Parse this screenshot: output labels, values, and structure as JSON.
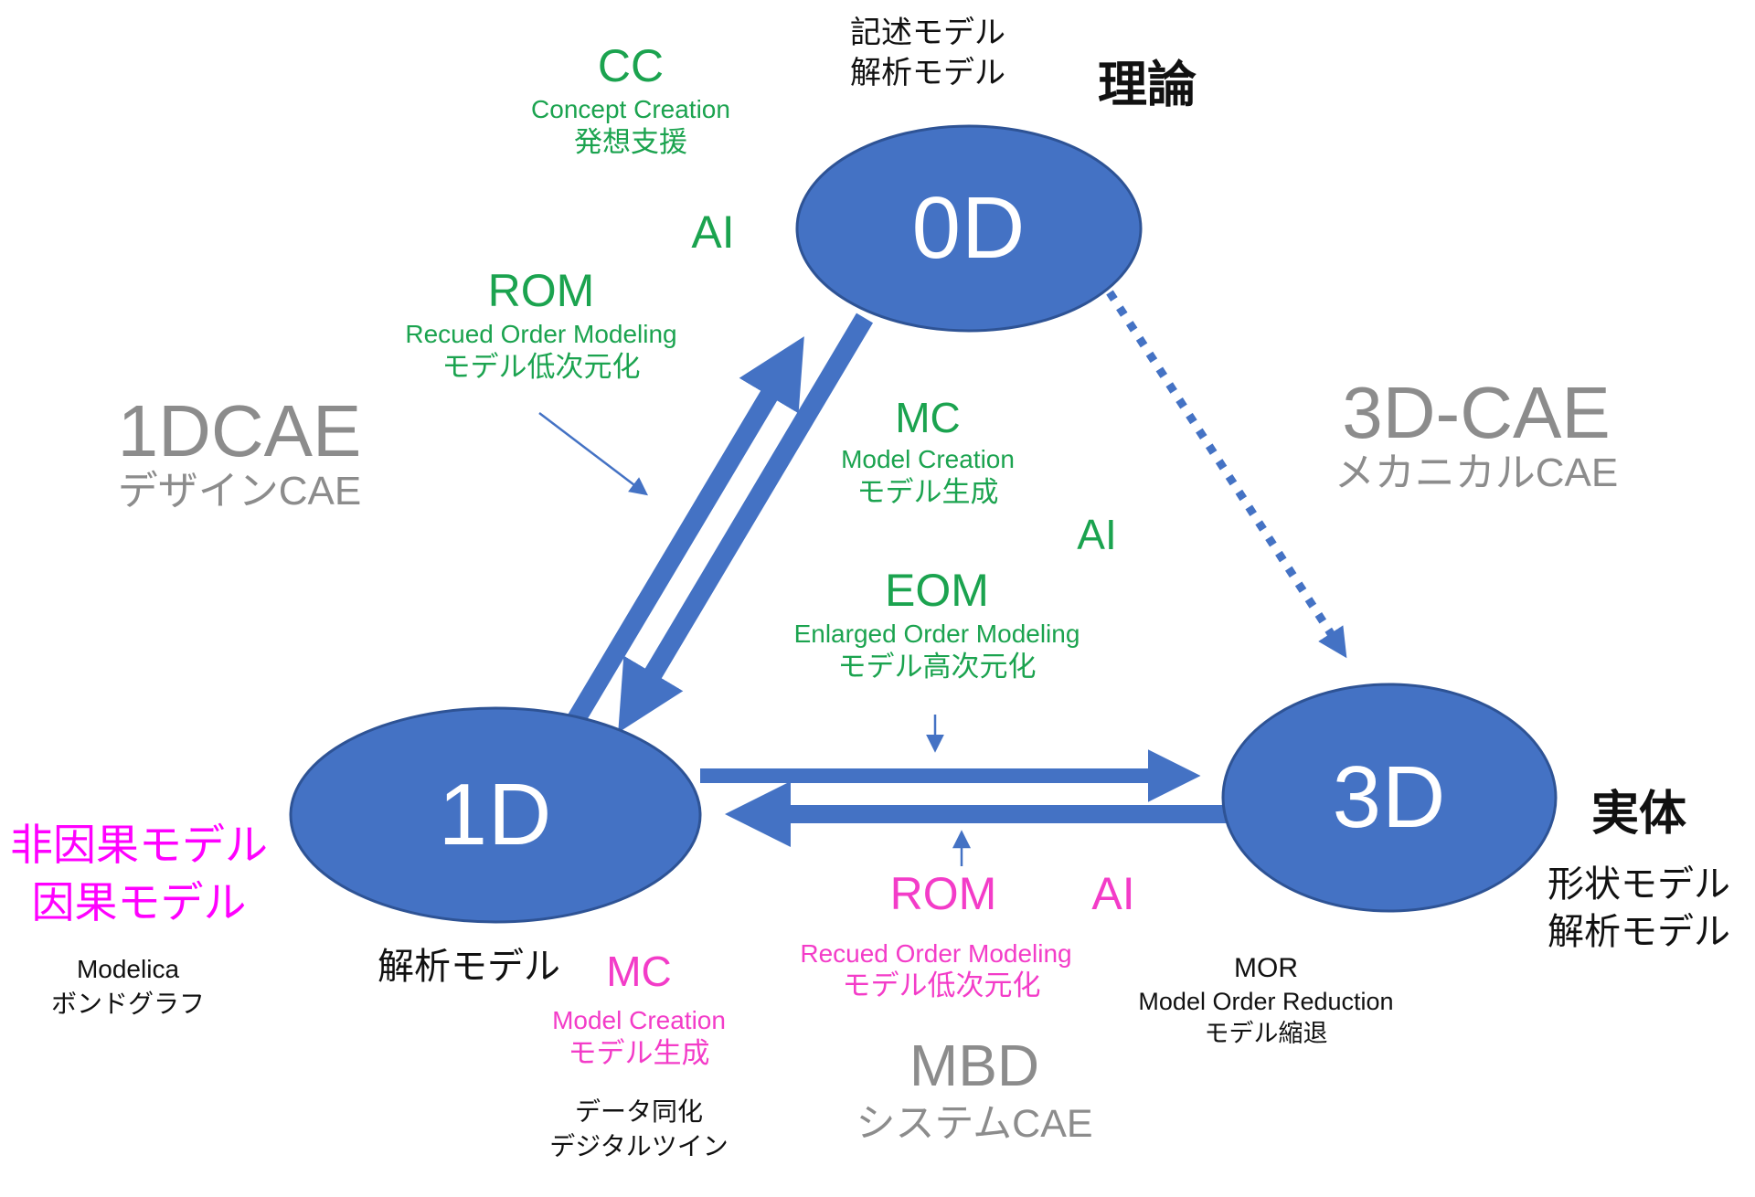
{
  "nodes": {
    "top": "0D",
    "left": "1D",
    "right": "3D"
  },
  "top_labels": {
    "line1": "記述モデル",
    "line2": "解析モデル",
    "theory": "理論"
  },
  "cc": {
    "abbr": "CC",
    "en": "Concept Creation",
    "ja": "発想支援"
  },
  "ai_top": "AI",
  "rom_left": {
    "abbr": "ROM",
    "en": "Recued Order Modeling",
    "ja": "モデル低次元化"
  },
  "cae_1d": {
    "title": "1DCAE",
    "subtitle": "デザインCAE"
  },
  "cae_3d": {
    "title": "3D-CAE",
    "subtitle": "メカニカルCAE"
  },
  "mc_center": {
    "abbr": "MC",
    "en": "Model Creation",
    "ja": "モデル生成"
  },
  "ai_center": "AI",
  "eom": {
    "abbr": "EOM",
    "en": "Enlarged Order Modeling",
    "ja": "モデル高次元化"
  },
  "left_node": {
    "magenta1": "非因果モデル",
    "magenta2": "因果モデル",
    "tool1": "Modelica",
    "tool2": "ボンドグラフ",
    "model": "解析モデル"
  },
  "mc_bottom": {
    "abbr": "MC",
    "en": "Model Creation",
    "ja": "モデル生成"
  },
  "data_twin": {
    "line1": "データ同化",
    "line2": "デジタルツイン"
  },
  "mbd": {
    "title": "MBD",
    "subtitle": "システムCAE"
  },
  "rom_bottom": {
    "abbr": "ROM",
    "ai": "AI",
    "en": "Recued Order Modeling",
    "ja": "モデル低次元化"
  },
  "mor": {
    "abbr": "MOR",
    "en": "Model Order Reduction",
    "ja": "モデル縮退"
  },
  "right_node": {
    "entity": "実体",
    "shape": "形状モデル",
    "analysis": "解析モデル"
  },
  "colors": {
    "node_fill": "#4472C4",
    "node_border": "#2E5395",
    "arrow": "#4472C4",
    "green": "#1BA34F",
    "magenta": "#FF00FF",
    "pink": "#F33CC8",
    "gray": "#8C8C8C",
    "text": "#111111"
  }
}
